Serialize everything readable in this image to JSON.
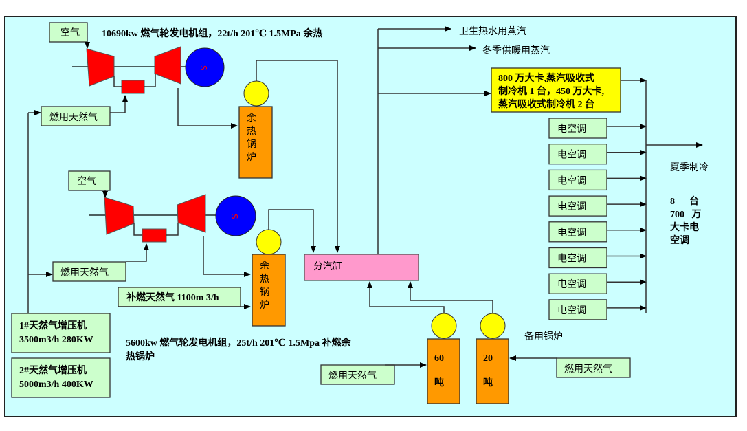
{
  "colors": {
    "background": "#ccffff",
    "turbine": "#ff0000",
    "generator": "#0000ff",
    "boiler": "#ff9900",
    "steam_drum": "#ffff00",
    "header": "#ff99cc",
    "input_box": "#ccffcc",
    "chiller_box": "#ffff00"
  },
  "unit1": {
    "air_label": "空气",
    "title": "10690kw  燃气轮发电机组，22t/h  201℃  1.5MPa  余热",
    "fuel_label": "燃用天然气",
    "generator_symbol": "S",
    "hrsg_label": [
      "余",
      "热",
      "锅",
      "炉"
    ]
  },
  "unit2": {
    "air_label": "空气",
    "fuel_label": "燃用天然气",
    "generator_symbol": "S",
    "supplement_fuel_label": "补燃天然气 1100m 3/h",
    "hrsg_label": [
      "余",
      "热",
      "锅",
      "炉"
    ],
    "caption_line1": "5600kw 燃气轮发电机组，25t/h 201℃  1.5Mpa 补燃余",
    "caption_line2": "热锅炉"
  },
  "compressors": [
    {
      "line1": "1#天然气增压机",
      "line2": "3500m3/h 280KW"
    },
    {
      "line1": "2#天然气增压机",
      "line2": "5000m3/h 400KW"
    }
  ],
  "header": {
    "label": "分汽缸"
  },
  "outputs": {
    "hot_water": "卫生热水用蒸汽",
    "winter_heating": "冬季供暖用蒸汽",
    "chiller_lines": [
      "800  万大卡,蒸汽吸收式",
      "制冷机 1 台，450 万大卡,",
      "蒸汽吸收式制冷机 2 台"
    ]
  },
  "electric_ac": {
    "unit_label": "电空调",
    "count": 8,
    "summer_label": "夏季制冷",
    "summary_lines": [
      "8      台",
      "700   万",
      "大卡电",
      "空调"
    ]
  },
  "backup": {
    "label": "备用锅炉",
    "boilers": [
      {
        "capacity": "60",
        "unit": "吨",
        "fuel_label": "燃用天然气"
      },
      {
        "capacity": "20",
        "unit": "吨",
        "fuel_label": "燃用天然气"
      }
    ]
  }
}
